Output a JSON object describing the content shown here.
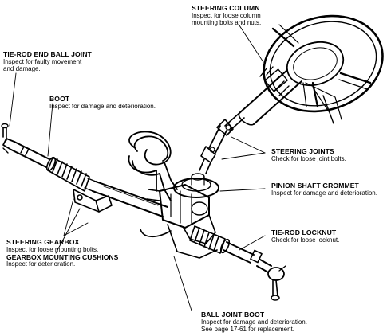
{
  "colors": {
    "ink": "#000000",
    "paper": "#ffffff"
  },
  "labels": {
    "steering_column": {
      "title": "STEERING COLUMN",
      "line1": "Inspect for loose column",
      "line2": "mounting bolts and nuts."
    },
    "tie_rod_end_ball_joint": {
      "title": "TIE-ROD END BALL JOINT",
      "line1": "Inspect for faulty movement",
      "line2": "and damage."
    },
    "boot": {
      "title": "BOOT",
      "line1": "Inspect for damage and deterioration."
    },
    "steering_joints": {
      "title": "STEERING JOINTS",
      "line1": "Check for loose joint bolts."
    },
    "pinion_shaft_grommet": {
      "title": "PINION SHAFT GROMMET",
      "line1": "Inspect for damage and deterioration."
    },
    "tie_rod_locknut": {
      "title": "TIE-ROD LOCKNUT",
      "line1": "Check for loose locknut."
    },
    "steering_gearbox": {
      "title": "STEERING GEARBOX",
      "line1": "Inspect for loose mounting bolts.",
      "title2": "GEARBOX MOUNTING CUSHIONS",
      "line2": "Inspect for deterioration."
    },
    "ball_joint_boot": {
      "title": "BALL JOINT BOOT",
      "line1": "Inspect for damage and deterioration.",
      "line2": "See page 17-61 for replacement."
    }
  }
}
